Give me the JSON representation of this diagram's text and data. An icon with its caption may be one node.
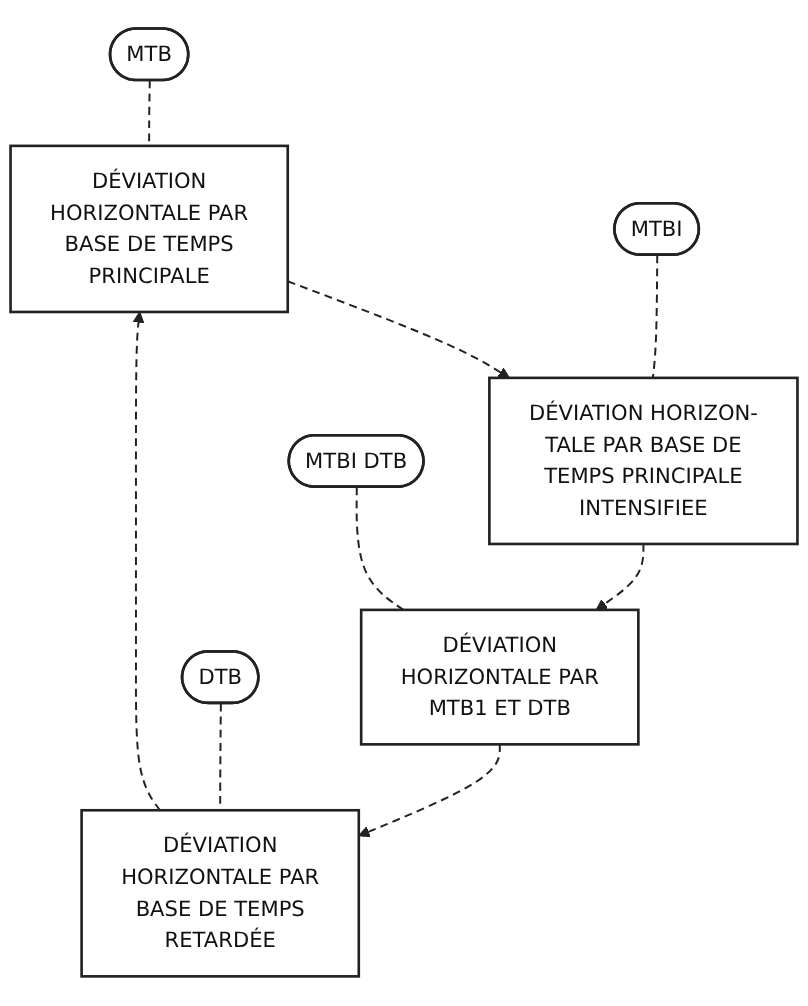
{
  "diagram": {
    "nodes": [
      {
        "text": [
          "MTB"
        ]
      },
      {
        "text": [
          "DÉVIATION HORIZONTALE PAR BASE DE TEMPS PRINCIPALE"
        ]
      },
      {
        "text": [
          "MTBI"
        ]
      },
      {
        "text": [
          "DÉVIATION HORIZON- TALE PAR BASE DE TEMPS PRINCIPALE INTENSIFIEE"
        ]
      },
      {
        "text": [
          "MTBI DTB"
        ]
      },
      {
        "text": [
          "DÉVIATION HORIZONTALE PAR MTB1 ET DTB"
        ]
      },
      {
        "text": [
          "DTB"
        ]
      },
      {
        "text": [
          "DÉVIATION HORIZONTALE PAR BASE DE TEMPS RETARDÉE"
        ]
      }
    ],
    "edges": [
      {
        "from": 0,
        "to": 1,
        "arrow": "none",
        "style": "dashed"
      },
      {
        "from": 1,
        "to": 3,
        "arrow": "to",
        "style": "dashed"
      },
      {
        "from": 2,
        "to": 3,
        "arrow": "none",
        "style": "dashed"
      },
      {
        "from": 3,
        "to": 5,
        "arrow": "to",
        "style": "dashed"
      },
      {
        "from": 4,
        "to": 5,
        "arrow": "none",
        "style": "dashed"
      },
      {
        "from": 5,
        "to": 7,
        "arrow": "to",
        "style": "dashed"
      },
      {
        "from": 6,
        "to": 7,
        "arrow": "none",
        "style": "dashed"
      },
      {
        "from": 7,
        "to": 1,
        "arrow": "to",
        "style": "dashed"
      }
    ]
  }
}
